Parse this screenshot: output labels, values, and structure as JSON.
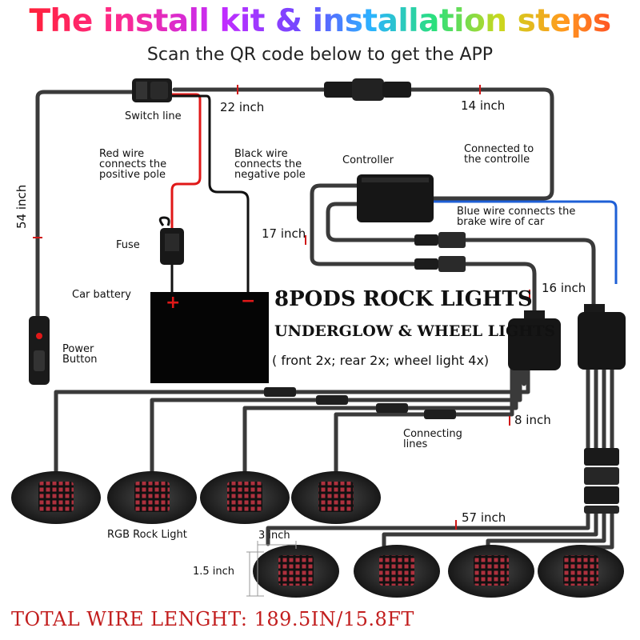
{
  "header": {
    "title": "The install kit & installation steps",
    "subtitle": "Scan the QR code below to get the APP"
  },
  "labels": {
    "switch_line": "Switch line",
    "wire_22": "22 inch",
    "wire_14": "14 inch",
    "connected_line1": "Connected to",
    "connected_line2": "the controlle",
    "red_wire_1": "Red wire",
    "red_wire_2": "connects the",
    "red_wire_3": "positive pole",
    "black_wire_1": "Black wire",
    "black_wire_2": "connects the",
    "black_wire_3": "negative pole",
    "controller": "Controller",
    "blue_wire_1": "Blue wire connects the",
    "blue_wire_2": "brake wire of car",
    "wire_54": "54 inch",
    "fuse": "Fuse",
    "wire_17": "17 inch",
    "wire_16": "16 inch",
    "car_battery": "Car battery",
    "positive": "+",
    "negative": "−",
    "power_1": "Power",
    "power_2": "Button",
    "wire_8": "8 inch",
    "connecting_1": "Connecting",
    "connecting_2": "lines",
    "rgb_rock_light": "RGB  Rock  Light",
    "wire_57": "57 inch",
    "dim_3": "3 inch",
    "dim_15": "1.5 inch"
  },
  "product": {
    "name": "8PODS ROCK LIGHTS",
    "subtitle": "UNDERGLOW & WHEEL LIGHTS",
    "note": "( front 2x; rear 2x; wheel light 4x)"
  },
  "footer": {
    "total": "TOTAL WIRE LENGHT: 189.5IN/15.8FT"
  },
  "colors": {
    "wire": "#3a3a3a",
    "red_wire": "#e01818",
    "blue_wire": "#1e5fd6",
    "title_red": "#c21e1e",
    "led": "#d63a4a"
  }
}
